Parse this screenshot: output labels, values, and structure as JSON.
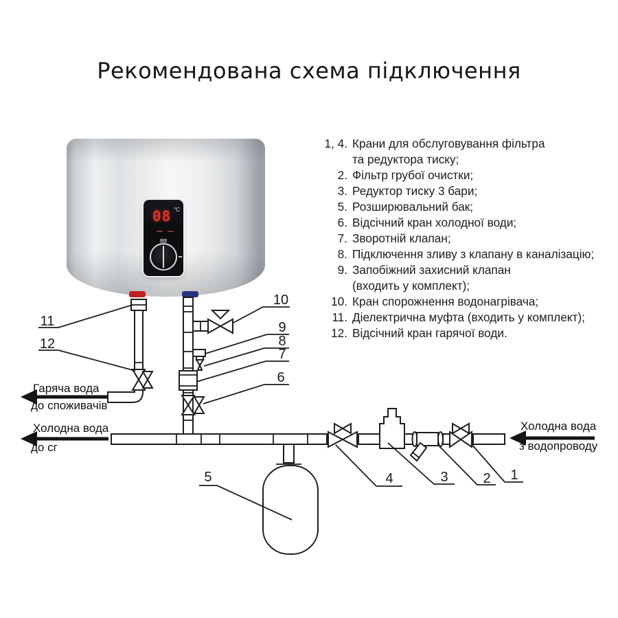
{
  "title": "Рекомендована схема підключення",
  "legend": {
    "items": [
      {
        "num": "1, 4.",
        "line1": "Крани для обслуговування фільтра",
        "line2": "та редуктора тиску;"
      },
      {
        "num": "2.",
        "line1": "Фільтр грубої очистки;"
      },
      {
        "num": "3.",
        "line1": "Редуктор тиску 3 бари;"
      },
      {
        "num": "5.",
        "line1": "Розширювальний бак;"
      },
      {
        "num": "6.",
        "line1": "Відсічний кран холодної води;"
      },
      {
        "num": "7.",
        "line1": "Зворотній клапан;"
      },
      {
        "num": "8.",
        "line1": "Підключення зливу з клапану в каналізацію;"
      },
      {
        "num": "9.",
        "line1": "Запобіжний захисний клапан",
        "line2": "(входить у комплект);"
      },
      {
        "num": "10.",
        "line1": "Кран спорожнення водонагрівача;"
      },
      {
        "num": "11.",
        "line1": "Діелектрична муфта (входить у комплект);"
      },
      {
        "num": "12.",
        "line1": "Відсічний кран гарячої води."
      }
    ]
  },
  "flow_labels": {
    "hot_out": {
      "line1": "Гаряча вода",
      "line2": "до споживачів"
    },
    "cold_out": {
      "line1": "Холодна вода",
      "line2": "до сг"
    },
    "cold_in": {
      "line1": "Холодна вода",
      "line2": "з водопроводу"
    }
  },
  "callouts": {
    "n1": "1",
    "n2": "2",
    "n3": "3",
    "n4": "4",
    "n5": "5",
    "n6": "6",
    "n7": "7",
    "n8": "8",
    "n9": "9",
    "n10": "10",
    "n11": "11",
    "n12": "12"
  },
  "heater": {
    "display_value": "08",
    "display_unit": "°C"
  },
  "colors": {
    "hot_marker": "#bf1f1e",
    "cold_marker": "#27337c",
    "line": "#1d1d1d"
  }
}
